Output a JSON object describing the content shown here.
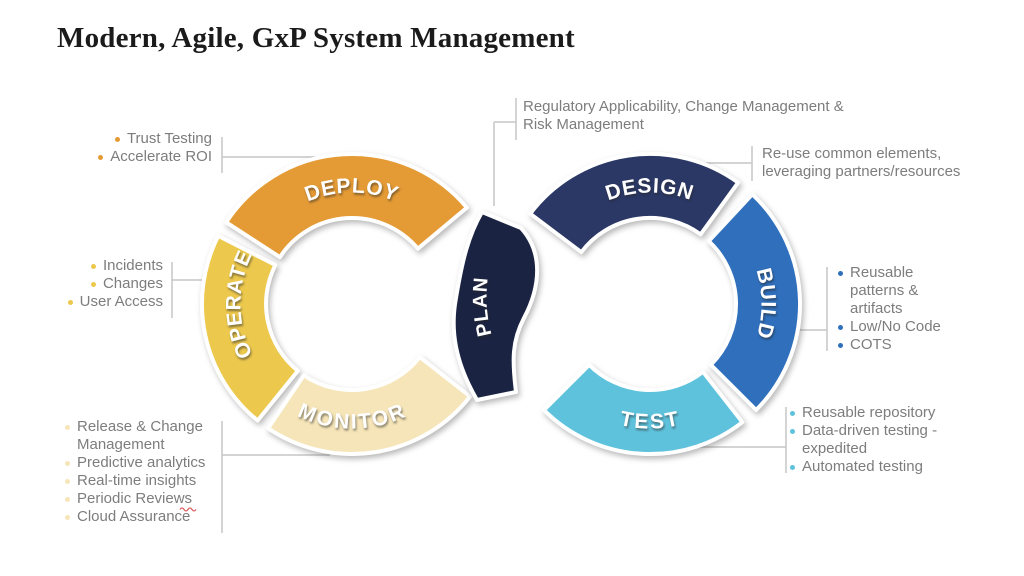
{
  "title": "Modern, Agile, GxP System Management",
  "colors": {
    "title": "#1b1b1b",
    "note_text": "#7d7d7d",
    "connector": "#c6c6c6",
    "spellcheck": "#dd5f5f",
    "deploy": "#E59B35",
    "operate": "#ECC84D",
    "monitor": "#F6E5B8",
    "plan": "#1A2342",
    "design": "#2B3866",
    "build": "#2F6FBC",
    "test": "#5FC2DC"
  },
  "segments": [
    {
      "id": "deploy",
      "label": "DEPLOY",
      "notes": [
        "Trust Testing",
        "Accelerate ROI"
      ]
    },
    {
      "id": "operate",
      "label": "OPERATE",
      "notes": [
        "Incidents",
        "Changes",
        "User Access"
      ]
    },
    {
      "id": "monitor",
      "label": "MONITOR",
      "notes": [
        "Release & Change Management",
        "Predictive analytics",
        "Real-time insights",
        "Periodic Reviews",
        "Cloud Assurance"
      ]
    },
    {
      "id": "plan",
      "label": "PLAN",
      "note": "Regulatory Applicability, Change Management & Risk Management"
    },
    {
      "id": "design",
      "label": "DESIGN",
      "note": "Re-use common elements, leveraging partners/resources"
    },
    {
      "id": "build",
      "label": "BUILD",
      "notes": [
        "Reusable patterns & artifacts",
        "Low/No Code",
        "COTS"
      ]
    },
    {
      "id": "test",
      "label": "TEST",
      "notes": [
        "Reusable repository",
        "Data-driven testing - expedited",
        "Automated testing"
      ]
    }
  ]
}
